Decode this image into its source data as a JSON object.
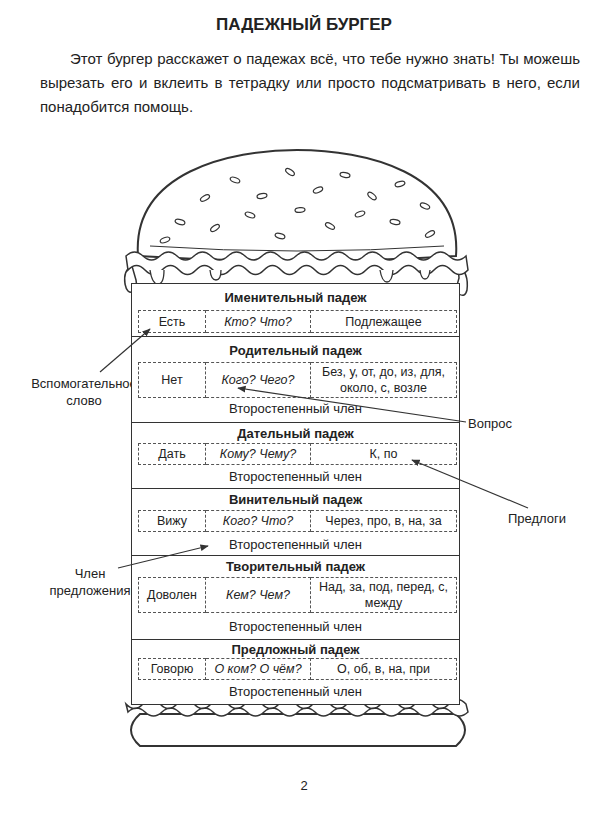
{
  "diagram": {
    "title": "ПАДЕЖНЫЙ БУРГЕР",
    "nodes": [
      {
        "text": [
          "Именительный падеж"
        ]
      },
      {
        "text": [
          "Есть"
        ],
        "in": 0
      },
      {
        "text": [
          "Кто? Что?"
        ],
        "in": 0
      },
      {
        "text": [
          "Подлежащее"
        ],
        "in": 0
      },
      {
        "text": [
          "Родительный падеж",
          "Второстепенный член"
        ]
      },
      {
        "text": [
          "Нет"
        ],
        "in": 4
      },
      {
        "text": [
          "Кого? Чего?"
        ],
        "in": 4
      },
      {
        "text": [
          "Без, у, от, до, из, для, около, с, возле"
        ],
        "in": 4
      },
      {
        "text": [
          "Дательный падеж",
          "Второстепенный член"
        ]
      },
      {
        "text": [
          "Дать"
        ],
        "in": 8
      },
      {
        "text": [
          "Кому? Чему?"
        ],
        "in": 8
      },
      {
        "text": [
          "К, по"
        ],
        "in": 8
      },
      {
        "text": [
          "Винительный падеж",
          "Второстепенный член"
        ]
      },
      {
        "text": [
          "Вижу"
        ],
        "in": 12
      },
      {
        "text": [
          "Кого? Что?"
        ],
        "in": 12
      },
      {
        "text": [
          "Через, про, в, на, за"
        ],
        "in": 12
      },
      {
        "text": [
          "Творительный падеж",
          "Второстепенный член"
        ]
      },
      {
        "text": [
          "Доволен"
        ],
        "in": 16
      },
      {
        "text": [
          "Кем? Чем?"
        ],
        "in": 16
      },
      {
        "text": [
          "Над, за, под, перед, с, между"
        ],
        "in": 16
      },
      {
        "text": [
          "Предложный падеж",
          "Второстепенный член"
        ]
      },
      {
        "text": [
          "Говорю"
        ],
        "in": 20
      },
      {
        "text": [
          "О ком? О чём?"
        ],
        "in": 20
      },
      {
        "text": [
          "О, об, в, на, при"
        ],
        "in": 20
      }
    ],
    "labels": [
      "Этот бургер расскажет о падежах всё, что тебе нужно знать! Ты можешь вырезать его и вклеить в тетрадку или просто подсматривать в него, если понадобится помощь.",
      "Вспомогательное слово",
      "Вопрос",
      "Предлоги",
      "Член предложения",
      "2"
    ]
  }
}
